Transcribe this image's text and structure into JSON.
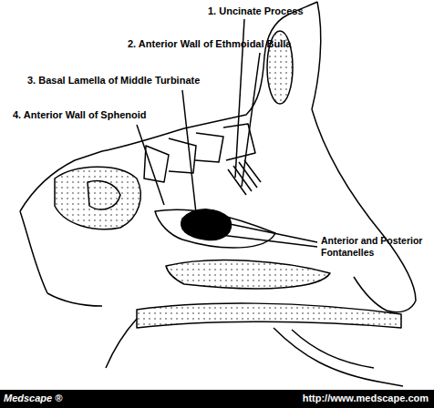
{
  "diagram": {
    "labels": [
      "1. Uncinate Process",
      "2. Anterior Wall of Ethmoidal Bulla",
      "3. Basal Lamella of Middle Turbinate",
      "4. Anterior Wall of Sphenoid",
      "Anterior and Posterior Fontanelles",
      "Medscape ®",
      "http://www.medscape.com"
    ]
  }
}
